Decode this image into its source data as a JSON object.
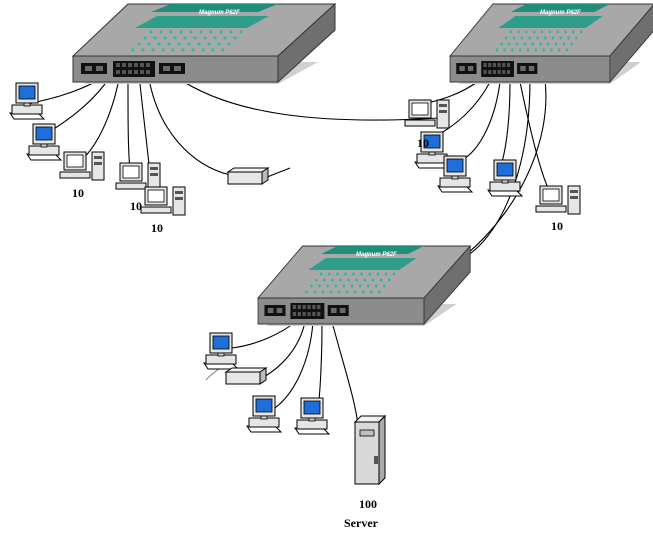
{
  "switches": [
    {
      "id": "switch-1",
      "brand": "Magnum P62F"
    },
    {
      "id": "switch-2",
      "brand": "Magnum P62F"
    },
    {
      "id": "switch-3",
      "brand": "Magnum P62F"
    }
  ],
  "labels": {
    "speed_a": "10",
    "speed_b": "10",
    "speed_c": "10",
    "speed_d": "10",
    "speed_e": "10",
    "server_speed": "100",
    "server": "Server"
  },
  "colors": {
    "switch_body": "#8c8c8c",
    "switch_top": "#a8a8a8",
    "panel": "#2e9e8a",
    "port_panel": "#111111",
    "screen": "#1e6fd9",
    "pc_case": "#e6e6e6"
  }
}
